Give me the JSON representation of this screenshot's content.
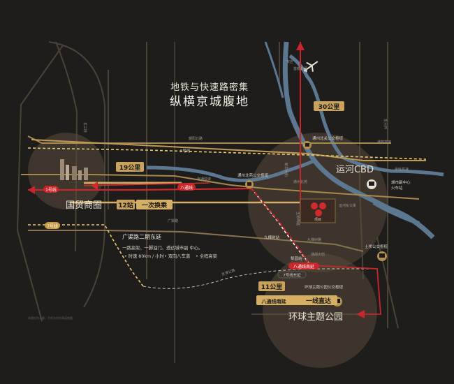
{
  "headline": {
    "line1": "地铁与快速路密集",
    "line2": "纵横京城腹地"
  },
  "areas": {
    "guomao": "国贸商圈",
    "yunhe_cbd": "运河CBD",
    "universal": "环球主题公园"
  },
  "time_badges": {
    "b19": "19公里",
    "b30": "30公里",
    "b11": "11公里",
    "b12": "12站",
    "b12_note": "一次换乘",
    "universal_note": "一线直达"
  },
  "metro_lines": {
    "line1": "1号线",
    "line6": "6号线",
    "line7": "7号线",
    "batong": "八通线",
    "batong_south": "八通线南延",
    "line7_east": "7号线东延",
    "batong_south2": "八通线南延"
  },
  "roads": {
    "chaoyang_north": "朝阳北路",
    "jingtong": "京通快速",
    "guangqu": "广渠路",
    "sanhuan_east": "东三环",
    "tongyan": "通燕高速",
    "xin_hua": "新华大街",
    "dongliu": "东六环",
    "jingha": "京哈高速",
    "yunhe_dajie": "运河东大街",
    "yuqiao": "玉桥西路",
    "jiukeshu": "九棵树路",
    "tongzhou_bei": "通州北苑",
    "songzhuang": "宋庄",
    "tonghu": "通胡大街",
    "jingjin": "京津公路",
    "liyuan": "梨园",
    "tonghuan": "通顺路",
    "wusi": "武夷花园"
  },
  "stations": {
    "tongzhou_hub": "通州北关公交枢纽",
    "beiyuan_hub": "通州北苑公交枢纽",
    "tuqiao": "土桥公交枢纽",
    "universal_hub": "环球主题公园公交枢纽",
    "jiukeshu_station": "九棵树站",
    "liyuan_station": "梨园站",
    "city_sub_center": "城市副中心",
    "city_sub_center2": "火车站",
    "airport_note": "首都机场"
  },
  "info_block": {
    "title": "广渠路二期东延",
    "line1": "一路高架、一脚油门、透达城市副 中心。",
    "line2": "• 时速 80km / 小时",
    "line3": "• 双向八车道",
    "line4": "• 全程高架"
  },
  "project": {
    "name_line": "项目"
  },
  "footnote": "本图仅为示意，不作为任何承诺依据"
}
